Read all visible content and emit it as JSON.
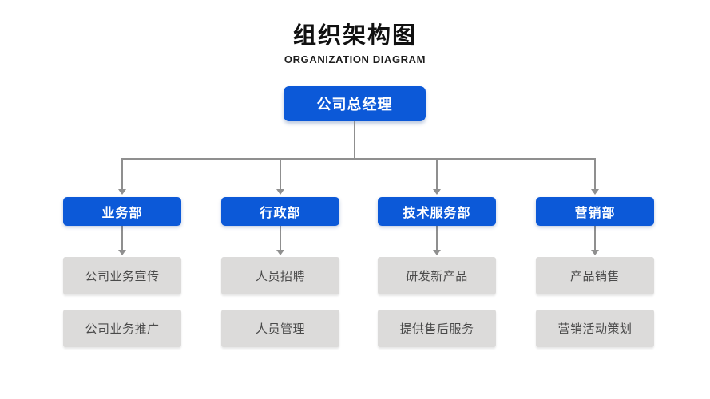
{
  "header": {
    "title": "组织架构图",
    "subtitle": "ORGANIZATION DIAGRAM"
  },
  "colors": {
    "background": "#ffffff",
    "node_blue": "#0c59d8",
    "node_gray": "#dcdbda",
    "connector_gray": "#8f8f8f",
    "title_text": "#111111",
    "gray_node_text": "#4a4a4a",
    "blue_node_text": "#ffffff"
  },
  "org": {
    "root": {
      "label": "公司总经理"
    },
    "departments": [
      {
        "label": "业务部",
        "items": [
          "公司业务宣传",
          "公司业务推广"
        ]
      },
      {
        "label": "行政部",
        "items": [
          "人员招聘",
          "人员管理"
        ]
      },
      {
        "label": "技术服务部",
        "items": [
          "研发新产品",
          "提供售后服务"
        ]
      },
      {
        "label": "营销部",
        "items": [
          "产品销售",
          "营销活动策划"
        ]
      }
    ]
  }
}
